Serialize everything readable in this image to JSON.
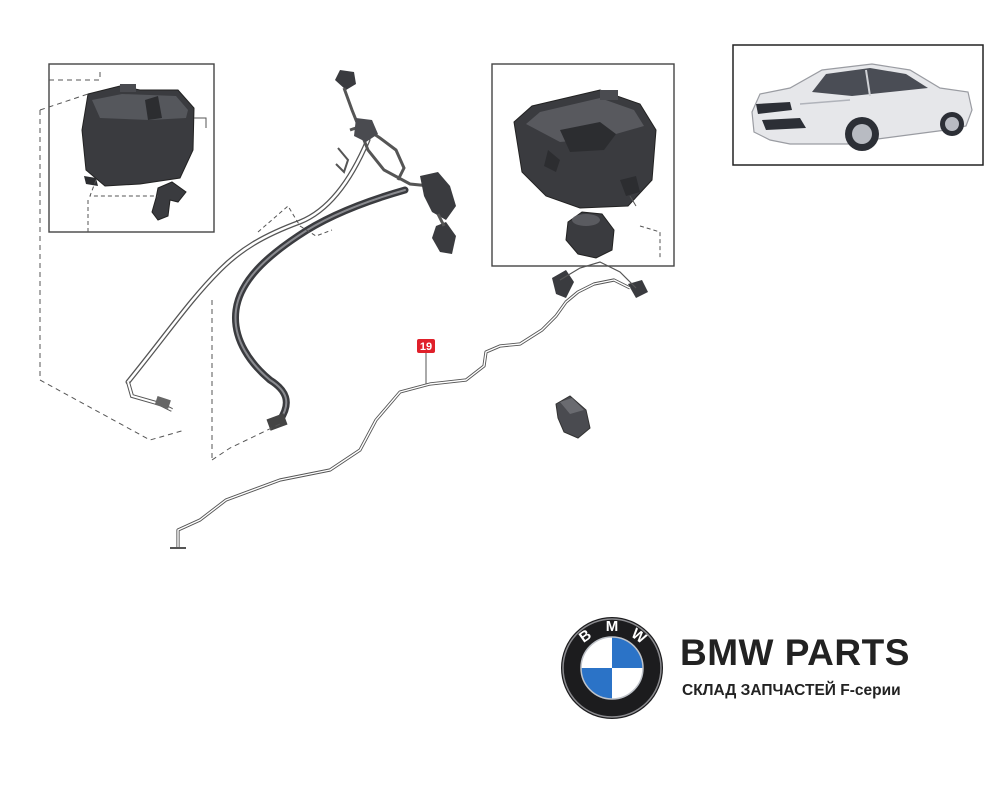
{
  "diagram": {
    "callout_number": "19"
  },
  "brand": {
    "logo_letters": [
      "B",
      "M",
      "W"
    ],
    "title": "BMW PARTS",
    "subtitle": "СКЛАД ЗАПЧАСТЕЙ F-серии"
  },
  "colors": {
    "line": "#555555",
    "part_dark": "#3a3b3f",
    "callout_red": "#e0202a",
    "logo_blue": "#2b73c7",
    "text": "#222222"
  },
  "icons": {
    "vehicle_thumbnail": "car-icon",
    "brand_logo": "bmw-roundel-icon"
  }
}
